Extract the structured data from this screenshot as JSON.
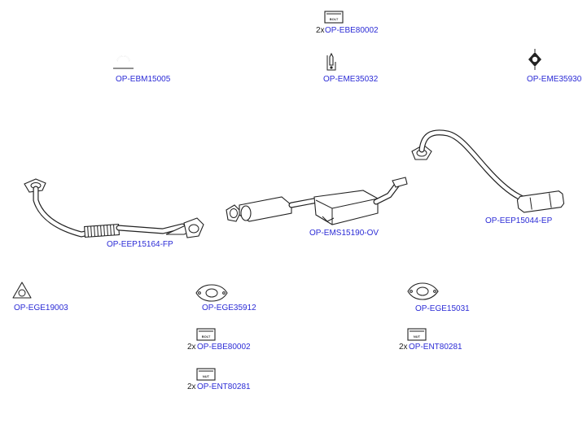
{
  "colors": {
    "link": "#2b2bd6",
    "line": "#222222",
    "background": "#ffffff"
  },
  "parts": {
    "bolt_top": {
      "code": "OP-EBE80002",
      "qty": "2x",
      "icon": "bolt-box-icon",
      "box_label": "BOLT"
    },
    "clamp": {
      "code": "OP-EBM15005",
      "icon": "u-clamp-icon"
    },
    "hanger_a": {
      "code": "OP-EME35032",
      "icon": "rubber-hanger-icon"
    },
    "hanger_b": {
      "code": "OP-EME35930",
      "icon": "rubber-mount-icon"
    },
    "front_pipe": {
      "code": "OP-EEP15164-FP",
      "icon": "front-pipe-icon"
    },
    "middle_silencer": {
      "code": "OP-EMS15190-OV",
      "icon": "middle-silencer-icon"
    },
    "rear_pipe": {
      "code": "OP-EEP15044-EP",
      "icon": "rear-pipe-icon"
    },
    "gasket_a": {
      "code": "OP-EGE19003",
      "icon": "triangle-gasket-icon"
    },
    "gasket_b": {
      "code": "OP-EGE35912",
      "icon": "oval-gasket-icon"
    },
    "gasket_c": {
      "code": "OP-EGE15031",
      "icon": "oval-gasket-icon"
    },
    "bolt_mid": {
      "code": "OP-EBE80002",
      "qty": "2x",
      "icon": "bolt-box-icon",
      "box_label": "BOLT"
    },
    "nut_right": {
      "code": "OP-ENT80281",
      "qty": "2x",
      "icon": "nut-box-icon",
      "box_label": "NUT"
    },
    "nut_bottom": {
      "code": "OP-ENT80281",
      "qty": "2x",
      "icon": "nut-box-icon",
      "box_label": "NUT"
    }
  }
}
